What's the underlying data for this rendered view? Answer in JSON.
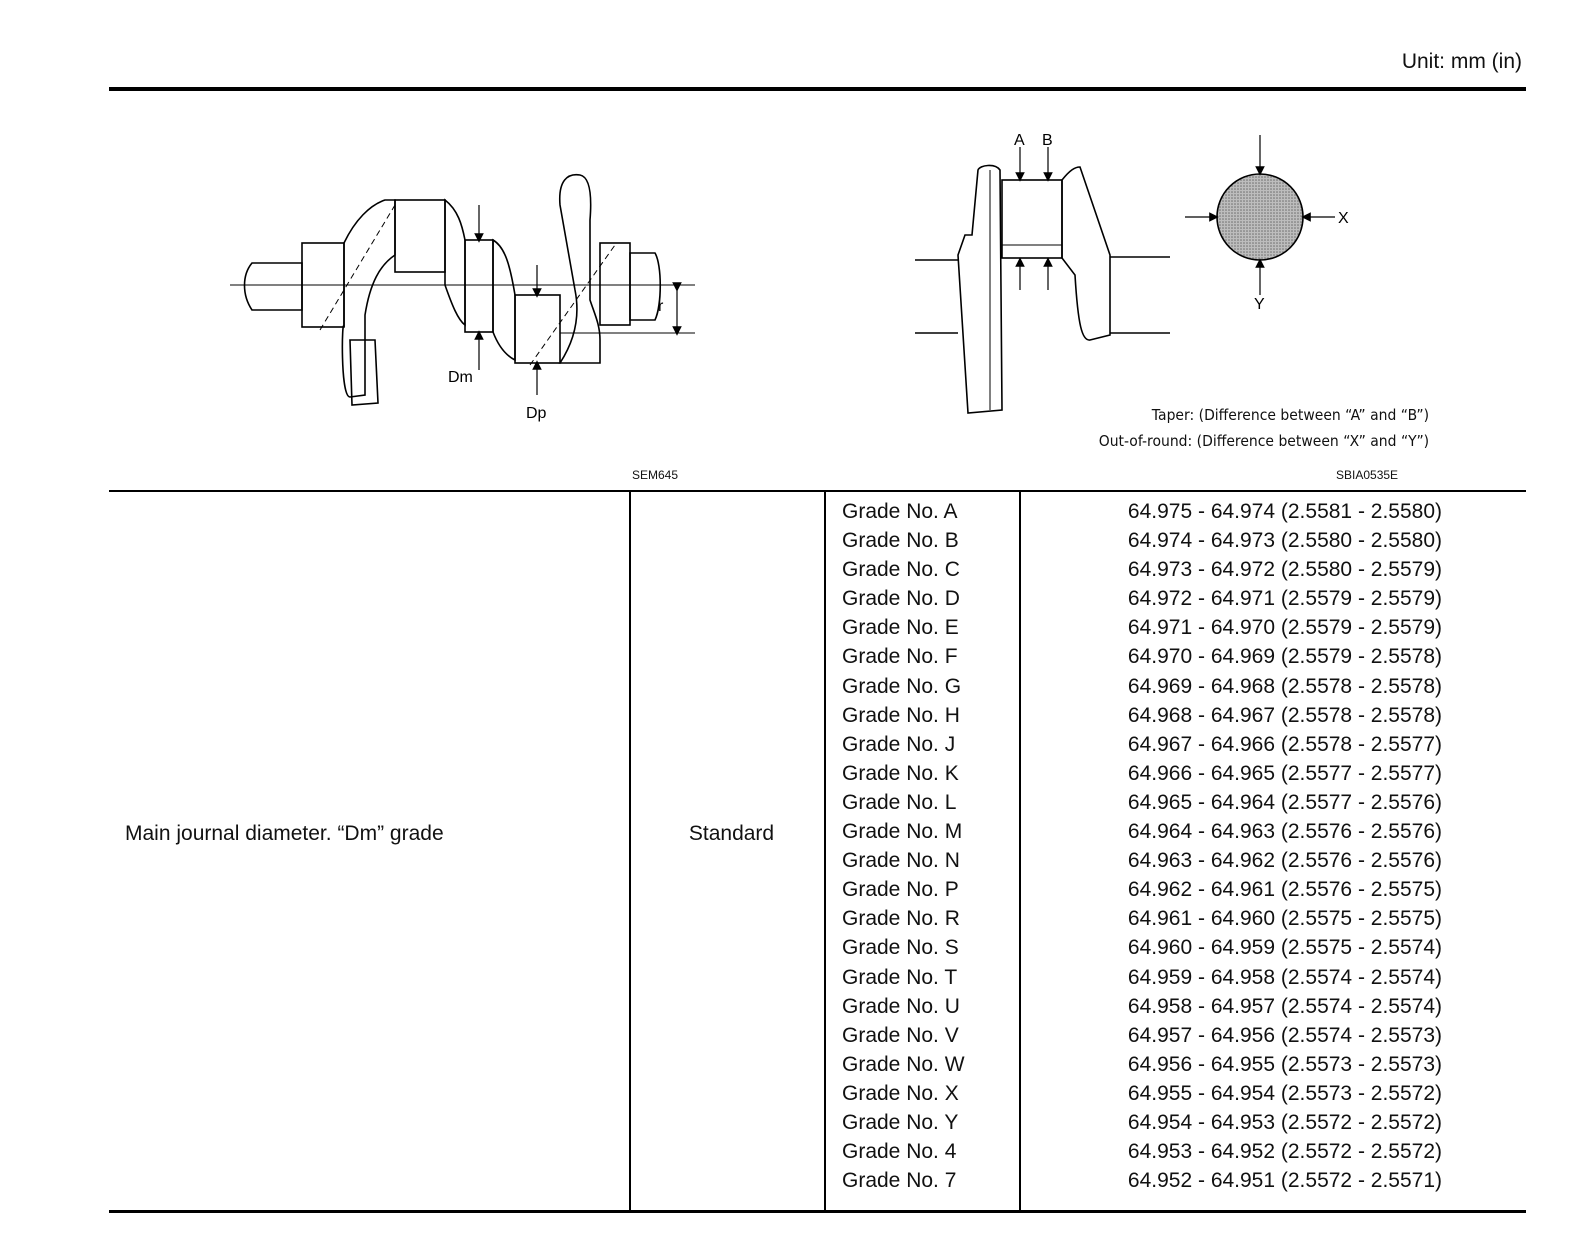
{
  "header": {
    "unit": "Unit: mm (in)"
  },
  "figure_left": {
    "labels": {
      "dm": "Dm",
      "dp": "Dp",
      "r": "r"
    },
    "code": "SEM645"
  },
  "figure_right": {
    "labels": {
      "a": "A",
      "b": "B",
      "x": "X",
      "y": "Y"
    },
    "taper_note": "Taper: (Difference between “A” and “B”)",
    "out_of_round_note": "Out-of-round: (Difference between “X” and “Y”)",
    "code": "SBIA0535E"
  },
  "table": {
    "item": "Main journal diameter. “Dm” grade",
    "condition": "Standard",
    "grades": [
      {
        "grade": "Grade No. A",
        "value": "64.975 - 64.974 (2.5581 - 2.5580)"
      },
      {
        "grade": "Grade No. B",
        "value": "64.974 - 64.973 (2.5580 - 2.5580)"
      },
      {
        "grade": "Grade No. C",
        "value": "64.973 - 64.972 (2.5580 - 2.5579)"
      },
      {
        "grade": "Grade No. D",
        "value": "64.972 - 64.971 (2.5579 - 2.5579)"
      },
      {
        "grade": "Grade No. E",
        "value": "64.971 - 64.970 (2.5579 - 2.5579)"
      },
      {
        "grade": "Grade No. F",
        "value": "64.970 - 64.969 (2.5579 - 2.5578)"
      },
      {
        "grade": "Grade No. G",
        "value": "64.969 - 64.968 (2.5578 - 2.5578)"
      },
      {
        "grade": "Grade No. H",
        "value": "64.968 - 64.967 (2.5578 - 2.5578)"
      },
      {
        "grade": "Grade No. J",
        "value": "64.967 - 64.966 (2.5578 - 2.5577)"
      },
      {
        "grade": "Grade No. K",
        "value": "64.966 - 64.965 (2.5577 - 2.5577)"
      },
      {
        "grade": "Grade No. L",
        "value": "64.965 - 64.964 (2.5577 - 2.5576)"
      },
      {
        "grade": "Grade No. M",
        "value": "64.964 - 64.963 (2.5576 - 2.5576)"
      },
      {
        "grade": "Grade No. N",
        "value": "64.963 - 64.962 (2.5576 - 2.5576)"
      },
      {
        "grade": "Grade No. P",
        "value": "64.962 - 64.961 (2.5576 - 2.5575)"
      },
      {
        "grade": "Grade No. R",
        "value": "64.961 - 64.960 (2.5575 - 2.5575)"
      },
      {
        "grade": "Grade No. S",
        "value": "64.960 - 64.959 (2.5575 - 2.5574)"
      },
      {
        "grade": "Grade No. T",
        "value": "64.959 - 64.958 (2.5574 - 2.5574)"
      },
      {
        "grade": "Grade No. U",
        "value": "64.958 - 64.957 (2.5574 - 2.5574)"
      },
      {
        "grade": "Grade No. V",
        "value": "64.957 - 64.956 (2.5574 - 2.5573)"
      },
      {
        "grade": "Grade No. W",
        "value": "64.956 - 64.955 (2.5573 - 2.5573)"
      },
      {
        "grade": "Grade No. X",
        "value": "64.955 - 64.954 (2.5573 - 2.5572)"
      },
      {
        "grade": "Grade No. Y",
        "value": "64.954 - 64.953 (2.5572 - 2.5572)"
      },
      {
        "grade": "Grade No. 4",
        "value": "64.953 - 64.952 (2.5572 - 2.5572)"
      },
      {
        "grade": "Grade No. 7",
        "value": "64.952 - 64.951 (2.5572 - 2.5571)"
      }
    ]
  }
}
